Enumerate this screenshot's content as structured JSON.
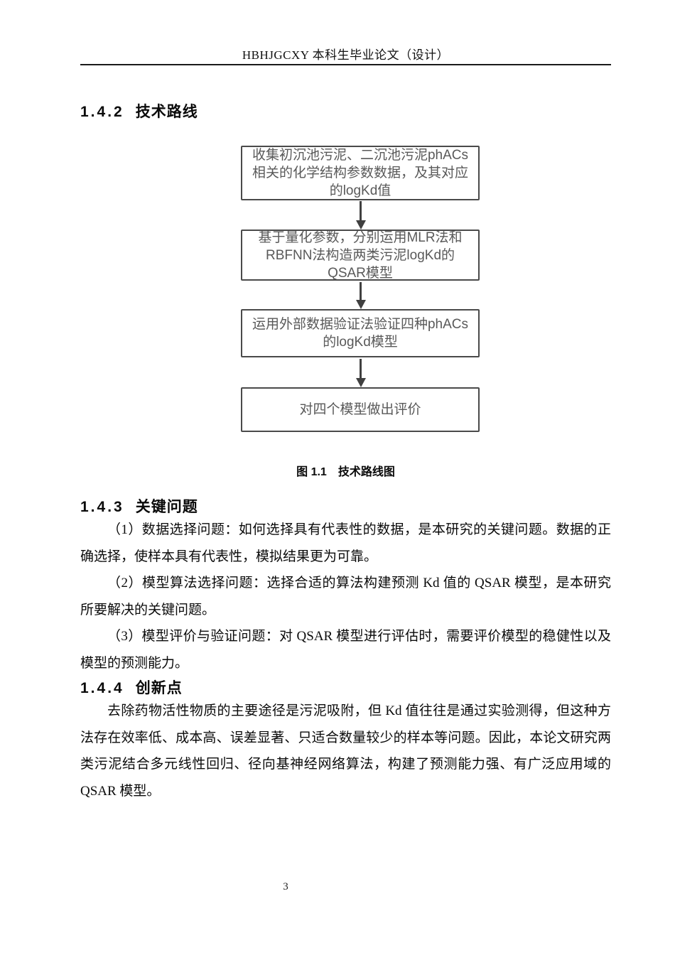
{
  "page": {
    "header_title": "HBHJGCXY 本科生毕业论文（设计）",
    "page_number": "3"
  },
  "colors": {
    "flow_border": "#4a4a4a",
    "flow_text": "#595959",
    "arrow": "#404040",
    "rule": "#1a1a1a"
  },
  "sections": {
    "s142": {
      "number": "1.4.2",
      "title": "技术路线"
    },
    "s143": {
      "number": "1.4.3",
      "title": "关键问题"
    },
    "s144": {
      "number": "1.4.4",
      "title": "创新点"
    }
  },
  "flowchart": {
    "caption": "图 1.1　技术路线图",
    "steps": [
      {
        "text": "收集初沉池污泥、二沉池污泥phACs相关的化学结构参数数据，及其对应的logKd值"
      },
      {
        "text": "基于量化参数，分别运用MLR法和RBFNN法构造两类污泥logKd的QSAR模型"
      },
      {
        "text": "运用外部数据验证法验证四种phACs的logKd模型"
      },
      {
        "text": "对四个模型做出评价"
      }
    ]
  },
  "key_issues": {
    "p1": "（1）数据选择问题：如何选择具有代表性的数据，是本研究的关键问题。数据的正确选择，使样本具有代表性，模拟结果更为可靠。",
    "p2": "（2）模型算法选择问题：选择合适的算法构建预测 Kd 值的 QSAR 模型，是本研究所要解决的关键问题。",
    "p3": "（3）模型评价与验证问题：对 QSAR 模型进行评估时，需要评价模型的稳健性以及模型的预测能力。"
  },
  "innovation": {
    "p1": "去除药物活性物质的主要途径是污泥吸附，但 Kd 值往往是通过实验测得，但这种方法存在效率低、成本高、误差显著、只适合数量较少的样本等问题。因此，本论文研究两类污泥结合多元线性回归、径向基神经网络算法，构建了预测能力强、有广泛应用域的 QSAR 模型。"
  }
}
